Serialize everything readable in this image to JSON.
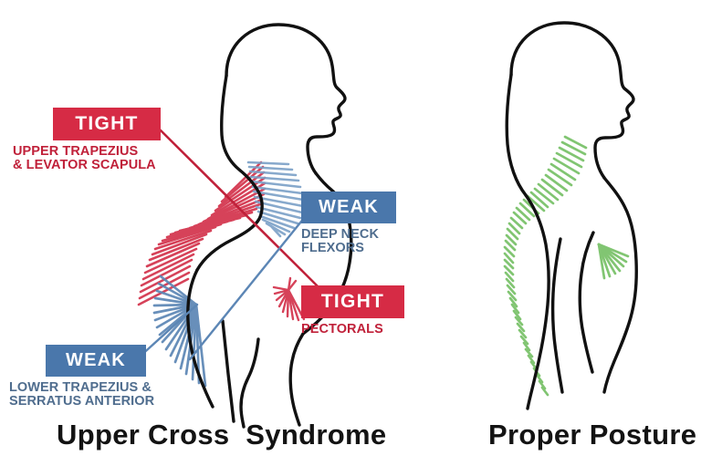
{
  "figure": {
    "title_left": "Upper Cross  Syndrome",
    "title_right": "Proper Posture"
  },
  "colors": {
    "tight_red": "#d62b45",
    "tight_text_red": "#c0213a",
    "weak_blue": "#4a77ab",
    "weak_text_blue": "#4f6d8e",
    "proper_green": "#6cbb5a",
    "outline_black": "#111111",
    "background": "#ffffff"
  },
  "labels": [
    {
      "id": "tight-upper-trapezius",
      "badge": "TIGHT",
      "detail": "UPPER TRAPEZIUS\n& LEVATOR SCAPULA",
      "kind": "tight",
      "color": "#d62b45"
    },
    {
      "id": "weak-deep-neck-flexors",
      "badge": "WEAK",
      "detail": "DEEP NECK\nFLEXORS",
      "kind": "weak",
      "color": "#4a77ab"
    },
    {
      "id": "tight-pectorals",
      "badge": "TIGHT",
      "detail": "PECTORALS",
      "kind": "tight",
      "color": "#d62b45"
    },
    {
      "id": "weak-lower-trapezius",
      "badge": "WEAK",
      "detail": "LOWER TRAPEZIUS &\nSERRATUS ANTERIOR",
      "kind": "weak",
      "color": "#4a77ab"
    }
  ],
  "muscle_groups": {
    "left_figure": [
      {
        "name": "upper-trapezius-fan",
        "color": "#d62b45",
        "state": "tight"
      },
      {
        "name": "deep-neck-flexors-fan",
        "color": "#7fa2c8",
        "state": "weak"
      },
      {
        "name": "pectorals-fan",
        "color": "#d62b45",
        "state": "tight"
      },
      {
        "name": "lower-trapezius-fan",
        "color": "#5c86b5",
        "state": "weak"
      }
    ],
    "right_figure": [
      {
        "name": "neck-extensor-fan",
        "color": "#6cbb5a",
        "state": "balanced"
      },
      {
        "name": "upper-back-fan",
        "color": "#6cbb5a",
        "state": "balanced"
      },
      {
        "name": "pectoral-fan",
        "color": "#6cbb5a",
        "state": "balanced"
      },
      {
        "name": "lower-back-fan",
        "color": "#6cbb5a",
        "state": "balanced"
      }
    ]
  }
}
